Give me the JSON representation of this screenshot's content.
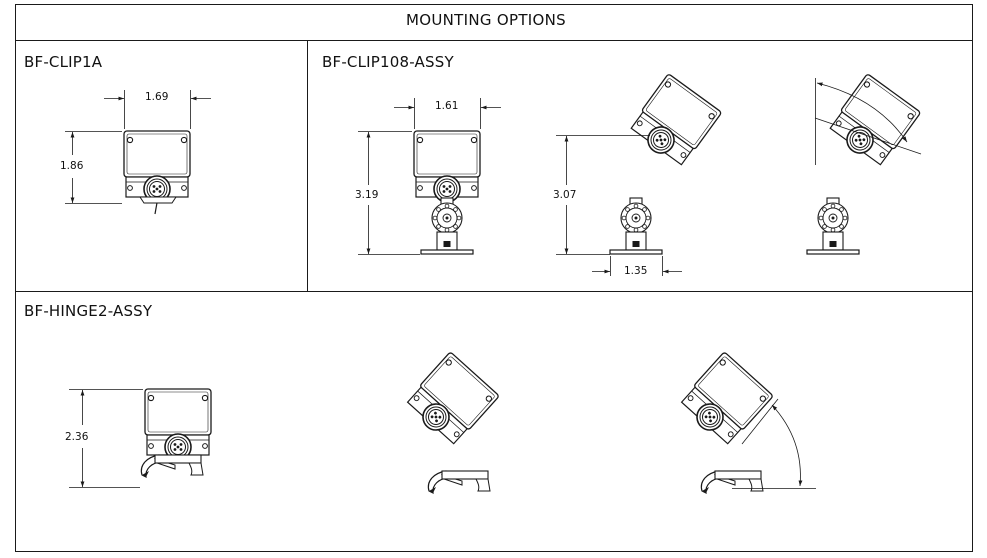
{
  "title": "MOUNTING OPTIONS",
  "sections": [
    {
      "name": "BF-CLIP1A",
      "dimensions": {
        "width": "1.69",
        "height": "1.86"
      }
    },
    {
      "name": "BF-CLIP108-ASSY",
      "dimensions": {
        "width": "1.61",
        "height_upright": "3.19",
        "height_tilted": "3.07",
        "base_width": "1.35"
      }
    },
    {
      "name": "BF-HINGE2-ASSY",
      "dimensions": {
        "height": "2.36"
      }
    }
  ],
  "colors": {
    "line": "#1a1a1a",
    "background": "#ffffff"
  }
}
